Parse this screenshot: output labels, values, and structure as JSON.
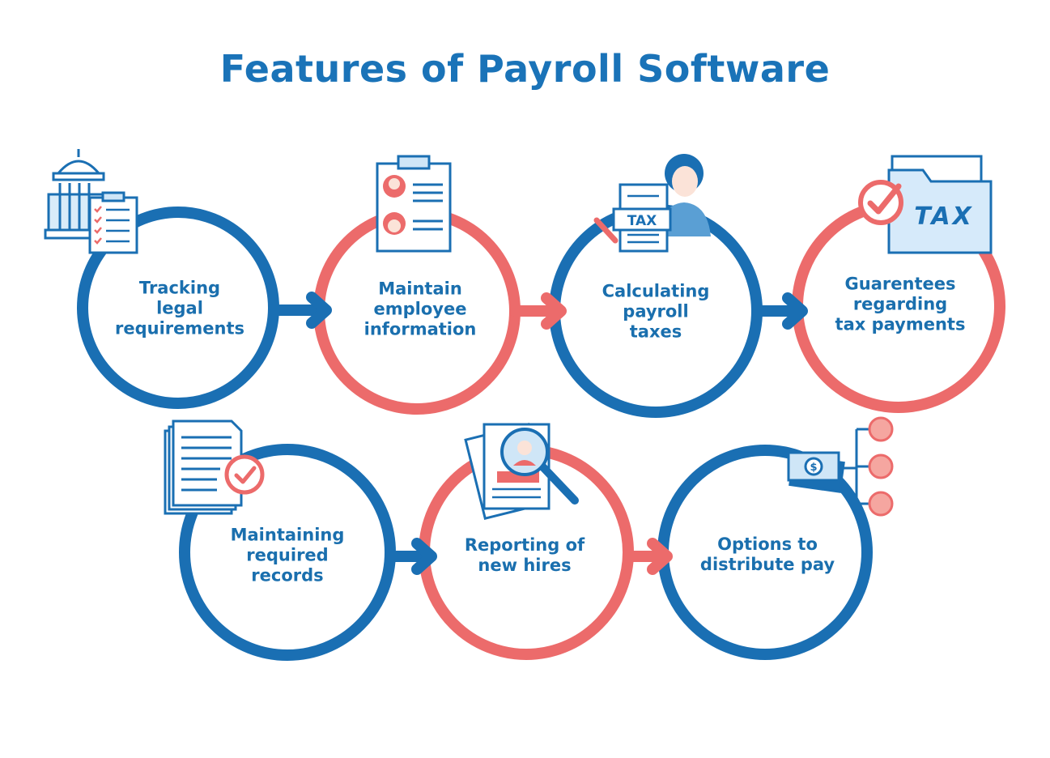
{
  "title": "Features of Payroll Software",
  "colors": {
    "blue": "#1a6fb3",
    "red": "#ec6b6b",
    "text": "#1a6fae",
    "icon_fill": "#cfe6f7"
  },
  "features": [
    {
      "label": "Tracking\nlegal\nrequirements",
      "ring": "blue",
      "icon": "government-building-checklist-icon"
    },
    {
      "label": "Maintain\nemployee\ninformation",
      "ring": "red",
      "icon": "employee-clipboard-icon"
    },
    {
      "label": "Calculating\npayroll\ntaxes",
      "ring": "blue",
      "icon": "tax-document-person-icon"
    },
    {
      "label": "Guarentees\nregarding\ntax payments",
      "ring": "red",
      "icon": "tax-folder-check-icon"
    },
    {
      "label": "Maintaining\nrequired\nrecords",
      "ring": "blue",
      "icon": "records-stack-check-icon"
    },
    {
      "label": "Reporting of\nnew hires",
      "ring": "red",
      "icon": "resume-magnifier-icon"
    },
    {
      "label": "Options to\ndistribute pay",
      "ring": "blue",
      "icon": "money-options-icon"
    }
  ],
  "icon_text": {
    "tax_small": "TAX",
    "tax_large": "TAX",
    "dollar": "$"
  }
}
